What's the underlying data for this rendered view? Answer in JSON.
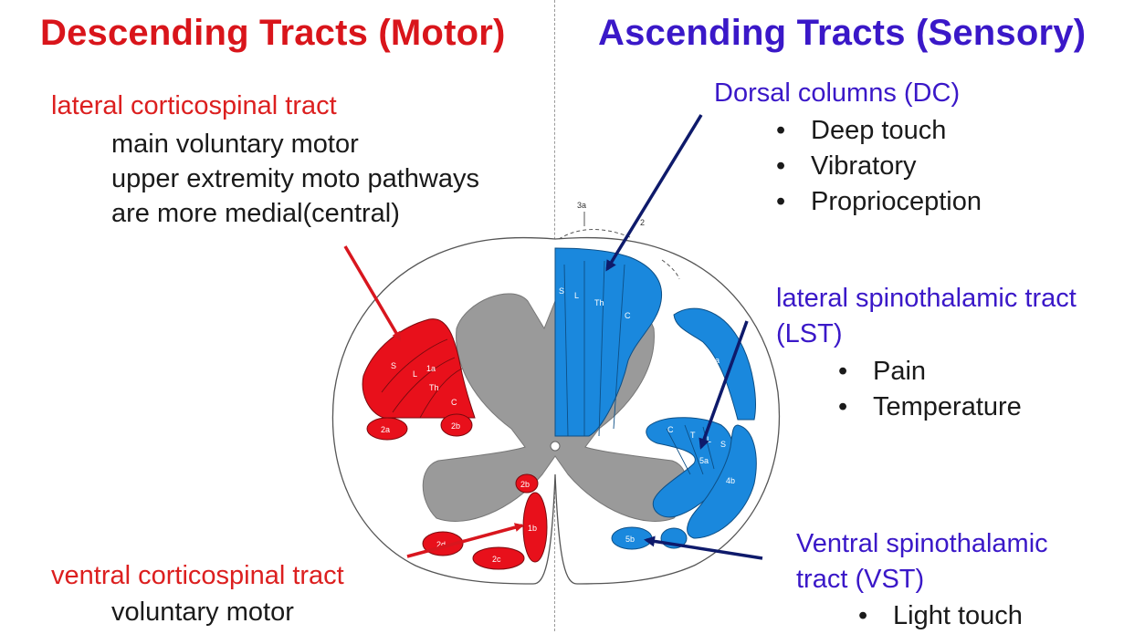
{
  "left": {
    "heading": "Descending Tracts (Motor)",
    "lct": {
      "title": "lateral corticospinal tract",
      "lines": [
        "main voluntary motor",
        "upper extremity moto pathways",
        "are more medial(central)"
      ]
    },
    "vct": {
      "title": "ventral corticospinal tract",
      "lines": [
        "voluntary motor"
      ]
    }
  },
  "right": {
    "heading": "Ascending Tracts (Sensory)",
    "dc": {
      "title": "Dorsal columns (DC)",
      "items": [
        "Deep touch",
        "Vibratory",
        "Proprioception"
      ]
    },
    "lst": {
      "title_line1": "lateral spinothalamic tract",
      "title_line2": "(LST)",
      "items": [
        "Pain",
        "Temperature"
      ]
    },
    "vst": {
      "title_line1": "Ventral spinothalamic",
      "title_line2": "tract (VST)",
      "items": [
        "Light touch"
      ]
    }
  },
  "diagram": {
    "red_labels": {
      "l1a": "1a",
      "l2a": "2a",
      "l2b": "2b",
      "l2c": "2c",
      "l2d": "2d",
      "l1b": "1b",
      "l2b_lower": "2b",
      "s": "S",
      "l": "L",
      "th": "Th",
      "c": "C"
    },
    "blue_labels": {
      "s": "S",
      "l": "L",
      "th": "Th",
      "c": "C",
      "l4a": "4a",
      "l4b": "4b",
      "l5a": "5a",
      "l5b": "5b",
      "c2": "C",
      "t2": "T",
      "l2": "L",
      "s2": "S"
    },
    "markers": {
      "m3a": "3a",
      "m2": "2"
    }
  },
  "colors": {
    "motor": "#e8101b",
    "sensory": "#1a88dd",
    "grey_matter": "#9a9a9a",
    "arrow_red": "#d8161e",
    "arrow_navy": "#0e1a6b"
  }
}
